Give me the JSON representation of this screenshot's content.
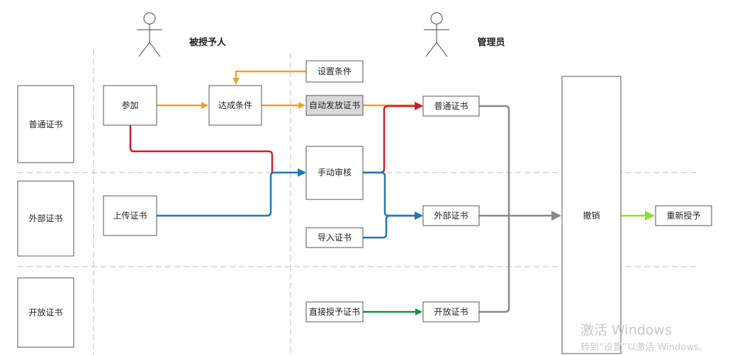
{
  "actors": {
    "grantee": "被授予人",
    "admin": "管理员"
  },
  "lanes": {
    "normal": "普通证书",
    "external": "外部证书",
    "open": "开放证书"
  },
  "nodes": {
    "join": "参加",
    "meet_conditions": "达成条件",
    "set_conditions": "设置条件",
    "auto_issue": "自动发放证书",
    "manual_review": "手动审核",
    "upload_cert": "上传证书",
    "import_cert": "导入证书",
    "direct_grant": "直接授予证书",
    "out_normal": "普通证书",
    "out_external": "外部证书",
    "out_open": "开放证书",
    "revoke": "撤销",
    "regrant": "重新授予"
  },
  "colors": {
    "orange": "#f0a030",
    "red": "#c81e2c",
    "blue": "#1f77b4",
    "green": "#1a8a50",
    "grey": "#888888",
    "lime": "#8be02a"
  },
  "watermark": {
    "line1": "激活 Windows",
    "line2": "转到“设置”以激活 Windows。"
  }
}
